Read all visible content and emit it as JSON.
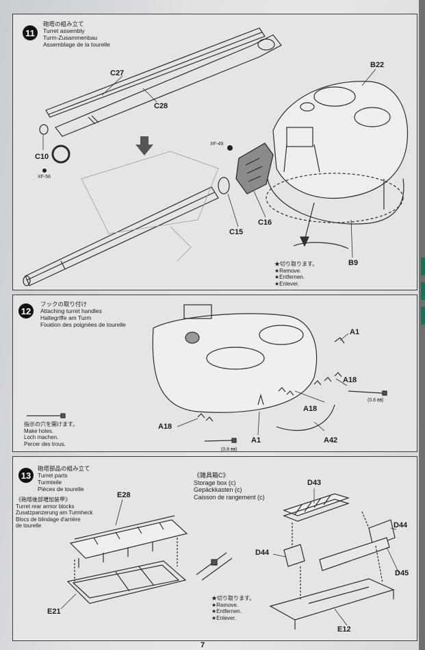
{
  "step11": {
    "number": "11",
    "title_ja": "砲塔の組み立て",
    "title_en": "Turret assembly",
    "title_de": "Turm-Zusammenbau",
    "title_fr": "Assemblage de la tourelle",
    "parts": {
      "c27": "C27",
      "c28": "C28",
      "c10": "C10",
      "xf56": "XF-56",
      "xf49": "XF-49",
      "c16": "C16",
      "c15": "C15",
      "b22": "B22",
      "b9": "B9"
    },
    "note_ja": "★切り取ります。",
    "note_en": "★Remove.",
    "note_de": "★Entfernen.",
    "note_fr": "★Enlever."
  },
  "step12": {
    "number": "12",
    "title_ja": "フックの取り付け",
    "title_en": "Attaching turret handles",
    "title_de": "Haltegriffe am Turm",
    "title_fr": "Fixation des poignées de tourelle",
    "parts": {
      "a1_top": "A1",
      "a18_right": "A18",
      "a18_mid": "A18",
      "a18_left": "A18",
      "a1_bottom": "A1",
      "a42": "A42"
    },
    "drill_right": "(0.8 ㎜)",
    "drill_bottom": "(0.8 ㎜)",
    "holes_ja": "指示の穴を開けます。",
    "holes_en": "Make holes.",
    "holes_de": "Loch machen.",
    "holes_fr": "Percer des trous."
  },
  "step13": {
    "number": "13",
    "title_ja": "砲塔部品の組み立て",
    "title_en": "Turret parts",
    "title_de": "Turmteile",
    "title_fr": "Pièces de tourelle",
    "sub_left_ja": "《砲塔後部増加装甲》",
    "sub_left_en": "Turret rear armor blocks",
    "sub_left_de": "Zusatzpanzerung am Turmheck",
    "sub_left_fr1": "Blocs de blindage d'arrière",
    "sub_left_fr2": "de tourelle",
    "sub_right_ja": "《雑具箱C》",
    "sub_right_en": "Storage box (c)",
    "sub_right_de": "Gepäckkasten (c)",
    "sub_right_fr": "Caisson de rangement (c)",
    "parts": {
      "e28": "E28",
      "e21": "E21",
      "d43": "D43",
      "d44_right": "D44",
      "d44_left": "D44",
      "d45": "D45",
      "e12": "E12"
    },
    "note_ja": "★切り取ります。",
    "note_en": "★Remove.",
    "note_de": "★Entfernen.",
    "note_fr": "★Enlever."
  },
  "footer": {
    "page_number": "7"
  }
}
